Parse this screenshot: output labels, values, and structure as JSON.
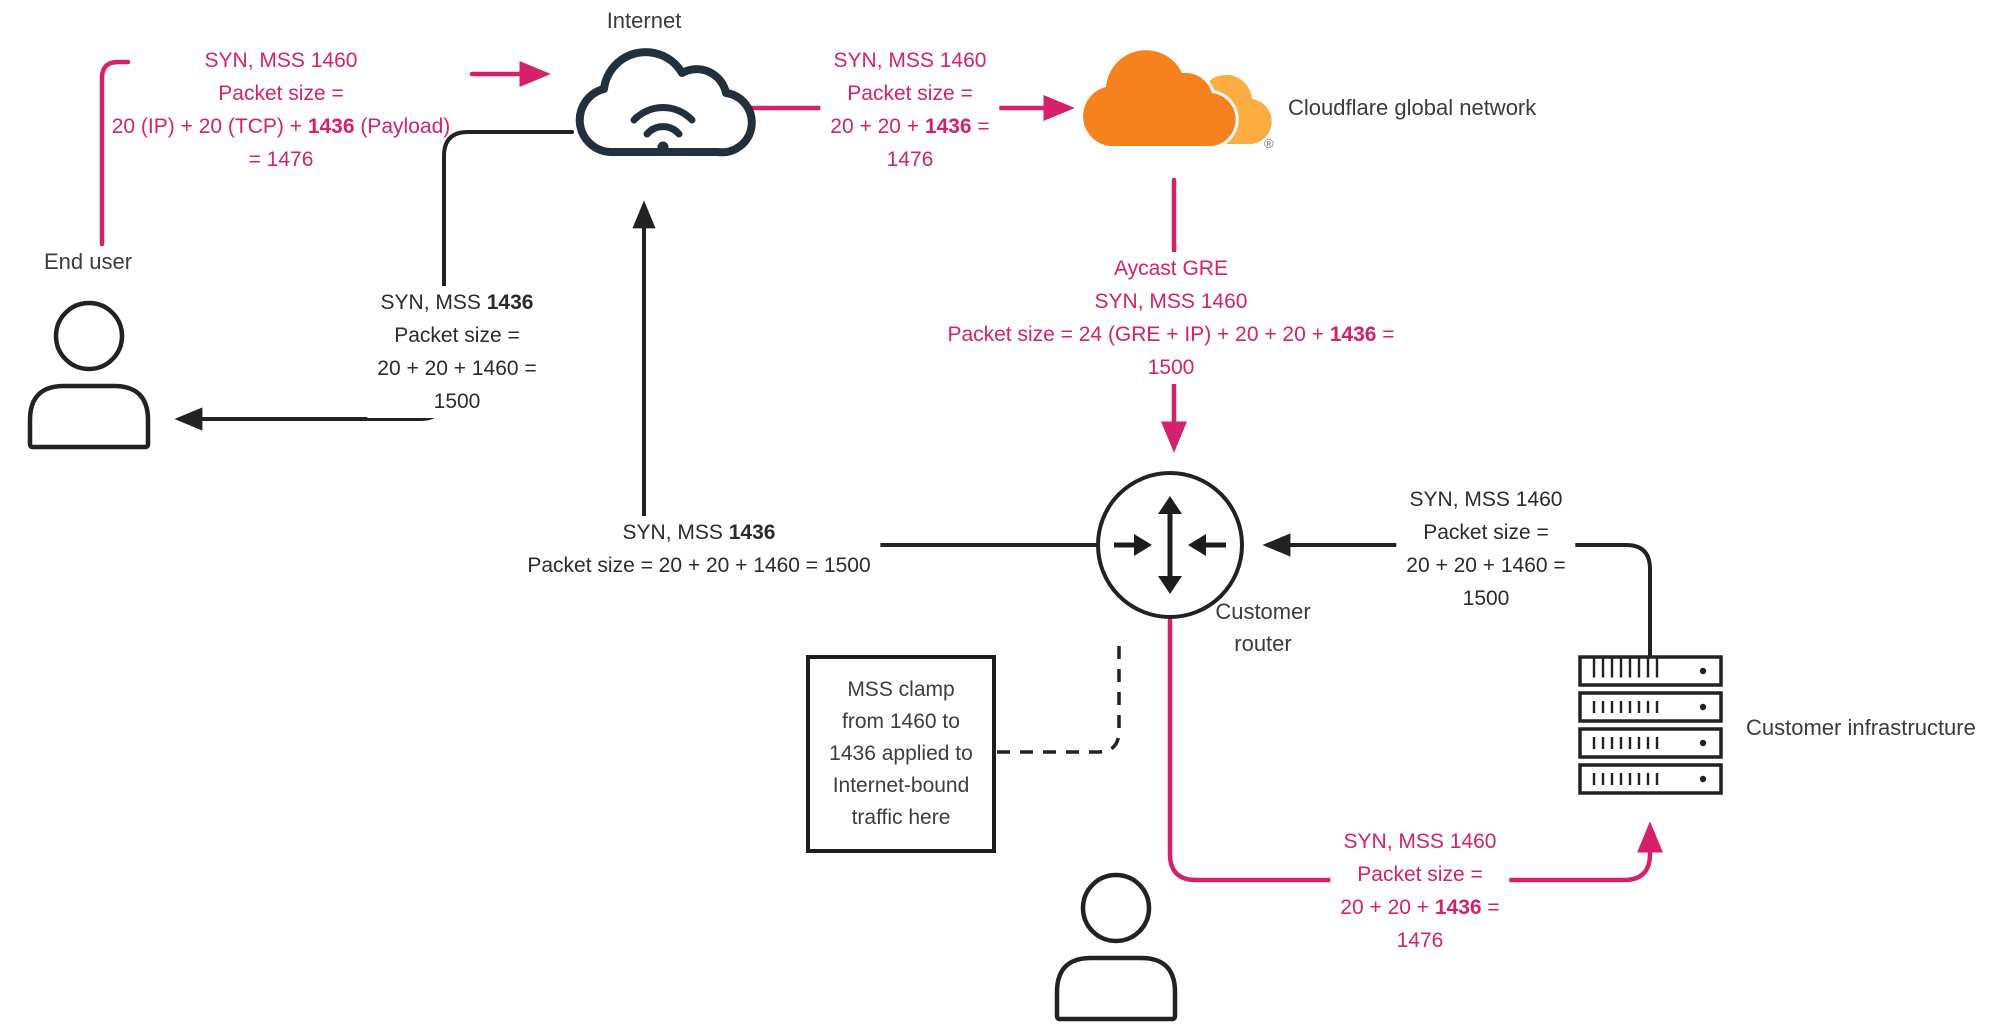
{
  "colors": {
    "pink": "#d5216c",
    "line_dark": "#222222",
    "cloud_navy": "#22303e",
    "cloudflare_orange": "#f6821f",
    "cloudflare_orange_light": "#fbad41",
    "text_dark": "#3b3b3b"
  },
  "nodes": {
    "internet": {
      "label": "Internet"
    },
    "cloudflare": {
      "label": "Cloudflare global network",
      "mark": "®"
    },
    "end_user": {
      "label": "End user"
    },
    "router": {
      "label_line1": "Customer",
      "label_line2": "router"
    },
    "infrastructure": {
      "label": "Customer infrastructure"
    }
  },
  "annotations": {
    "user_to_internet": {
      "line1": "SYN, MSS 1460",
      "line2": "Packet size =",
      "line3_pre": "20 (IP) + 20 (TCP) + ",
      "line3_bold": "1436",
      "line3_post": " (Payload)",
      "line4": "= 1476"
    },
    "internet_to_cloudflare": {
      "line1": "SYN, MSS 1460",
      "line2": "Packet size =",
      "line3_pre": "20 + 20 + ",
      "line3_bold": "1436",
      "line3_post": " =",
      "line4": "1476"
    },
    "cloudflare_to_router": {
      "line1": "Aycast GRE",
      "line2": "SYN, MSS 1460",
      "line3_pre": "Packet size = 24 (GRE + IP) + 20 + 20 + ",
      "line3_bold": "1436",
      "line3_post": " =",
      "line4": "1500"
    },
    "internet_to_user": {
      "line1_pre": "SYN, MSS ",
      "line1_bold": "1436",
      "line2": "Packet size =",
      "line3": "20 + 20 + 1460 =",
      "line4": "1500"
    },
    "router_to_internet": {
      "line1_pre": "SYN, MSS ",
      "line1_bold": "1436",
      "line2": "Packet size = 20 + 20 + 1460 = 1500"
    },
    "infra_to_router": {
      "line1": "SYN, MSS 1460",
      "line2": "Packet size =",
      "line3": "20 + 20 + 1460 =",
      "line4": "1500"
    },
    "router_to_infra": {
      "line1": "SYN, MSS 1460",
      "line2": "Packet size =",
      "line3_pre": "20 + 20 + ",
      "line3_bold": "1436",
      "line3_post": " =",
      "line4": "1476"
    }
  },
  "clamp_note": {
    "line1": "MSS clamp",
    "line2": "from 1460 to",
    "line3": "1436 applied to",
    "line4": "Internet-bound",
    "line5": "traffic here"
  }
}
